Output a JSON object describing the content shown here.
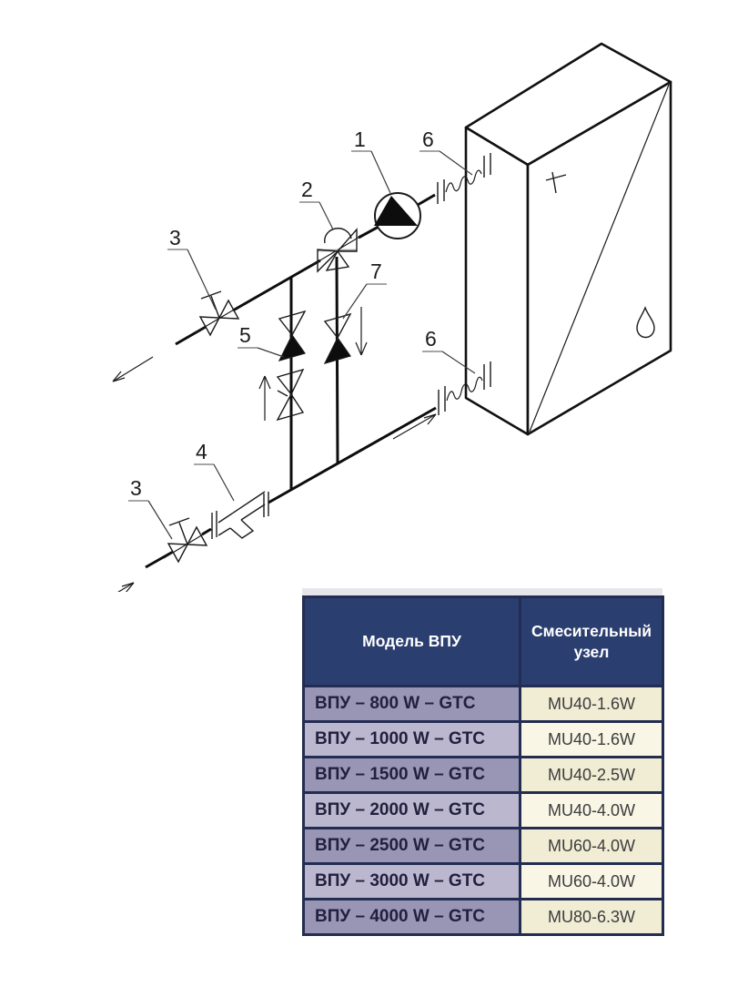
{
  "diagram": {
    "callouts": [
      {
        "id": "pump",
        "text": "1"
      },
      {
        "id": "three-way-valve",
        "text": "2"
      },
      {
        "id": "shutoff-valve-return",
        "text": "3"
      },
      {
        "id": "shutoff-valve-supply",
        "text": "3"
      },
      {
        "id": "strainer",
        "text": "4"
      },
      {
        "id": "check-valve-bypass",
        "text": "5"
      },
      {
        "id": "flexible-connection-upper",
        "text": "6"
      },
      {
        "id": "flexible-connection-lower",
        "text": "6"
      },
      {
        "id": "check-valve-drop",
        "text": "7"
      }
    ]
  },
  "table": {
    "columns": [
      "Модель ВПУ",
      "Смесительный узел"
    ],
    "rows": [
      [
        "ВПУ – 800 W – GTC",
        "MU40-1.6W"
      ],
      [
        "ВПУ – 1000 W – GTC",
        "MU40-1.6W"
      ],
      [
        "ВПУ – 1500 W – GTC",
        "MU40-2.5W"
      ],
      [
        "ВПУ – 2000 W – GTC",
        "MU40-4.0W"
      ],
      [
        "ВПУ – 2500 W – GTC",
        "MU60-4.0W"
      ],
      [
        "ВПУ – 3000 W – GTC",
        "MU60-4.0W"
      ],
      [
        "ВПУ – 4000 W – GTC",
        "MU80-6.3W"
      ]
    ]
  },
  "colors": {
    "table_header_bg": "#2b3e70",
    "table_border": "#232d52",
    "row_model_dark": "#9895b5",
    "row_model_light": "#bab7ce",
    "row_unit_dark": "#f1edd5",
    "row_unit_light": "#f9f6e6",
    "diagram_line": "#111111"
  }
}
